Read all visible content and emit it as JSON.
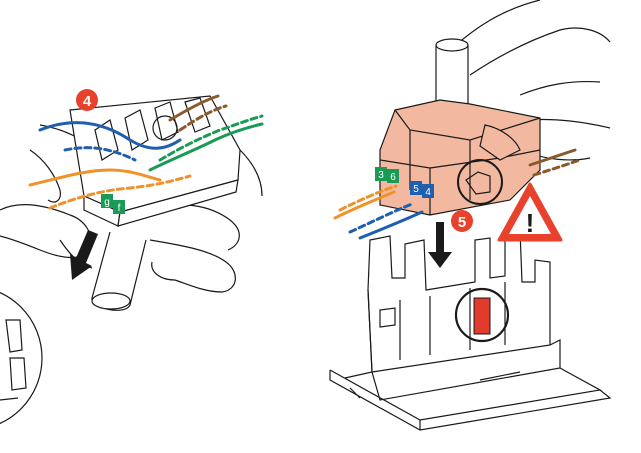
{
  "steps": {
    "step4": {
      "badge": "4",
      "color": "#e8412c"
    },
    "step5": {
      "badge": "5",
      "color": "#e8412c"
    }
  },
  "warning": {
    "symbol": "!",
    "fill": "#e8412c",
    "inner": "#ffffff"
  },
  "connector_labels": {
    "left": {
      "a": "g",
      "b": "f"
    },
    "right": {
      "a": "3",
      "b": "6",
      "c": "5",
      "d": "4"
    }
  },
  "colors": {
    "outline": "#1a1a1a",
    "orange": "#f0922b",
    "blue": "#1f5fae",
    "green": "#1a9a55",
    "brown": "#8a5a2b",
    "connector_body": "#f2b9a0",
    "latch": "#e03b2c"
  }
}
